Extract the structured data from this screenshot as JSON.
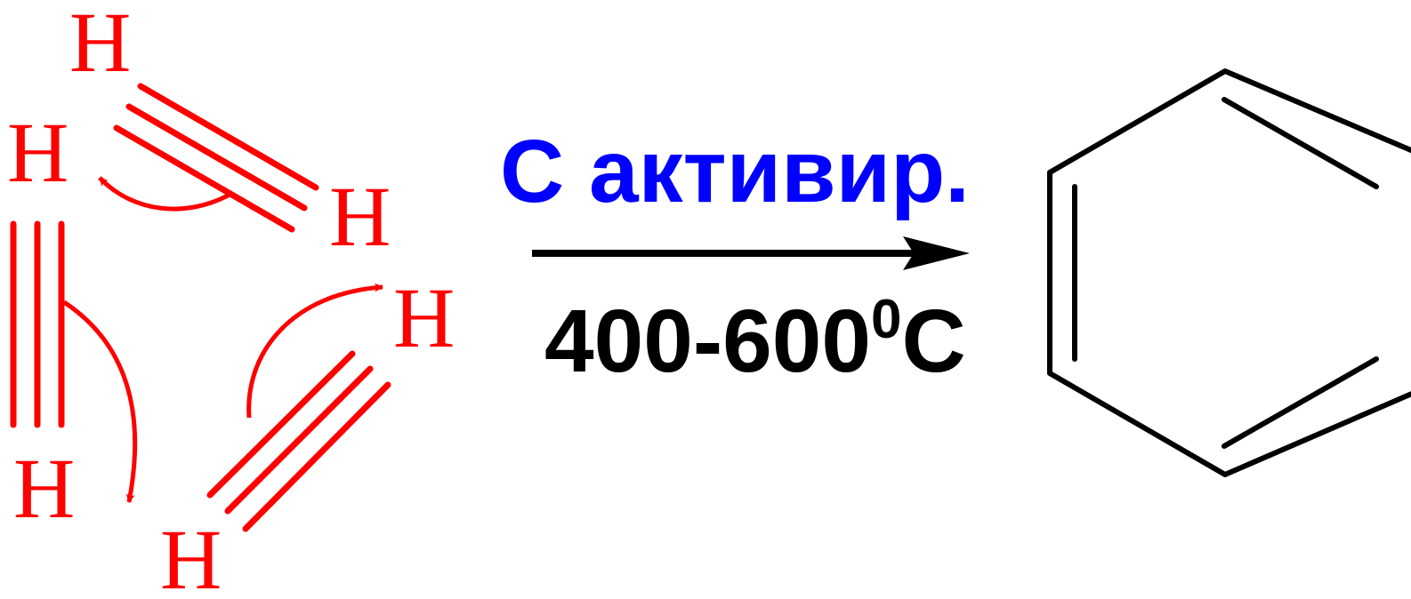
{
  "colors": {
    "reactant": "#ff0000",
    "condition_top": "#0000ff",
    "condition_bottom": "#000000",
    "product": "#000000"
  },
  "reactants": {
    "molecule_1": {
      "atom_left": "H",
      "atom_right": "H"
    },
    "molecule_2": {
      "atom_top": "H",
      "atom_bottom": "H"
    },
    "molecule_3": {
      "atom_top": "H",
      "atom_bottom": "H"
    }
  },
  "conditions": {
    "above_arrow": "C активир.",
    "below_arrow_main": "400-600",
    "below_arrow_superscript": "0",
    "below_arrow_unit": "C"
  }
}
